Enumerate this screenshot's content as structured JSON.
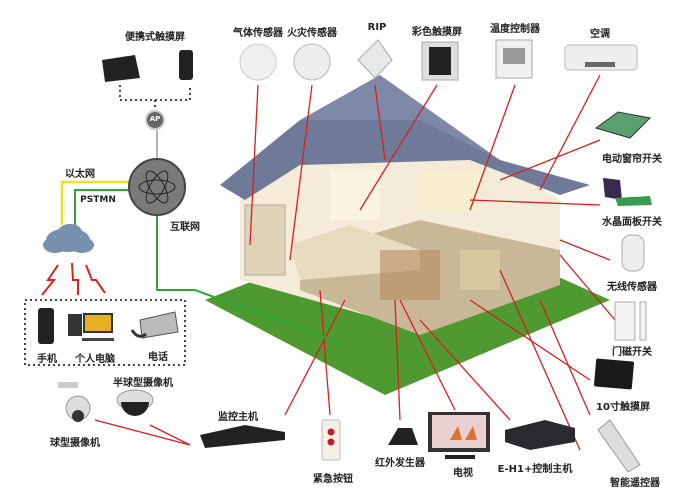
{
  "network": {
    "ap": "AP",
    "ethernet": "以太网",
    "pstn": "PSTMN",
    "internet": "互联网"
  },
  "top_devices": [
    {
      "label": "便携式触摸屏",
      "icon": "tablet-icon"
    },
    {
      "label": "气体传感器",
      "icon": "gas-sensor-icon"
    },
    {
      "label": "火灾传感器",
      "icon": "smoke-detector-icon"
    },
    {
      "label": "RIP",
      "icon": "pir-sensor-icon"
    },
    {
      "label": "彩色触摸屏",
      "icon": "color-touchscreen-icon"
    },
    {
      "label": "温度控制器",
      "icon": "thermostat-icon"
    },
    {
      "label": "空调",
      "icon": "air-conditioner-icon"
    }
  ],
  "right_devices": [
    {
      "label": "电动窗帘开关",
      "icon": "curtain-switch-icon"
    },
    {
      "label": "水晶面板开关",
      "icon": "crystal-panel-switch-icon"
    },
    {
      "label": "无线传感器",
      "icon": "wireless-sensor-icon"
    },
    {
      "label": "门磁开关",
      "icon": "door-magnet-icon"
    },
    {
      "label": "10寸触摸屏",
      "icon": "touchscreen-icon"
    }
  ],
  "bottom_devices": [
    {
      "label": "监控主机",
      "icon": "dvr-icon"
    },
    {
      "label": "紧急按钮",
      "icon": "panic-button-icon"
    },
    {
      "label": "红外发生器",
      "icon": "ir-emitter-icon"
    },
    {
      "label": "电视",
      "icon": "tv-icon"
    },
    {
      "label": "E-H1+控制主机",
      "icon": "control-host-icon"
    },
    {
      "label": "智能遥控器",
      "icon": "remote-icon"
    }
  ],
  "client_devices": [
    {
      "label": "手机",
      "icon": "phone-icon"
    },
    {
      "label": "个人电脑",
      "icon": "pc-icon"
    },
    {
      "label": "电话",
      "icon": "telephone-icon"
    }
  ],
  "cameras": [
    {
      "label": "半球型摄像机",
      "icon": "dome-camera-icon"
    },
    {
      "label": "球型摄像机",
      "icon": "ptz-camera-icon"
    }
  ],
  "colors": {
    "connector": "#d42020",
    "ethernet": "#f0e020",
    "pstn": "#2fa83a",
    "lawn": "#4f9a30"
  }
}
